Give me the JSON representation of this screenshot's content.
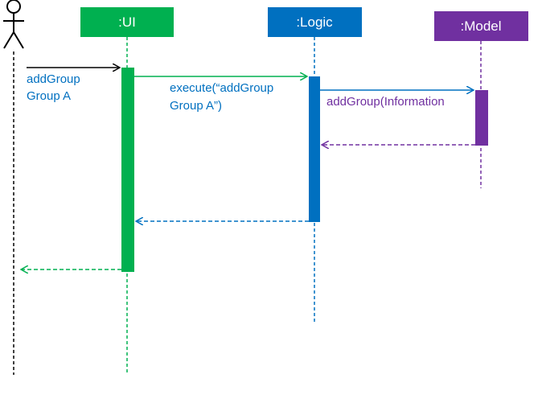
{
  "participants": {
    "ui": {
      "label": ":UI",
      "color": "#00b050"
    },
    "logic": {
      "label": ":Logic",
      "color": "#0070c0"
    },
    "model": {
      "label": ":Model",
      "color": "#7030a0"
    }
  },
  "actor": {
    "icon": "stick-figure-icon",
    "color": "#000000"
  },
  "messages": {
    "m1": {
      "line1": "addGroup",
      "line2": "Group A",
      "text_color": "#0070c0"
    },
    "m2": {
      "line1": "execute(“addGroup",
      "line2": "Group A”)",
      "text_color": "#0070c0"
    },
    "m3": {
      "text": "addGroup(Information",
      "text_color": "#7030a0"
    }
  }
}
